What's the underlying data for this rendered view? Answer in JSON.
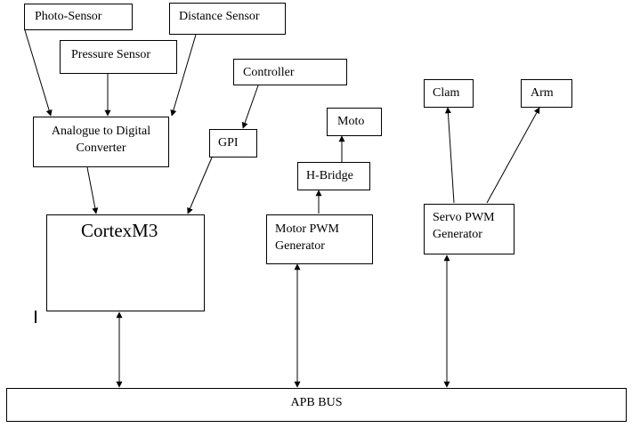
{
  "nodes": {
    "photo_sensor": "Photo-Sensor",
    "distance_sensor": "Distance Sensor",
    "pressure_sensor": "Pressure Sensor",
    "controller": "Controller",
    "adc": "Analogue to Digital Converter",
    "gpi": "GPI",
    "moto": "Moto",
    "clam": "Clam",
    "arm": "Arm",
    "h_bridge": "H-Bridge",
    "cortex": "CortexM3",
    "motor_pwm": "Motor PWM Generator",
    "servo_pwm": "Servo PWM Generator",
    "apb_bus": "APB BUS"
  },
  "colors": {
    "line": "#000000",
    "background": "#ffffff"
  }
}
